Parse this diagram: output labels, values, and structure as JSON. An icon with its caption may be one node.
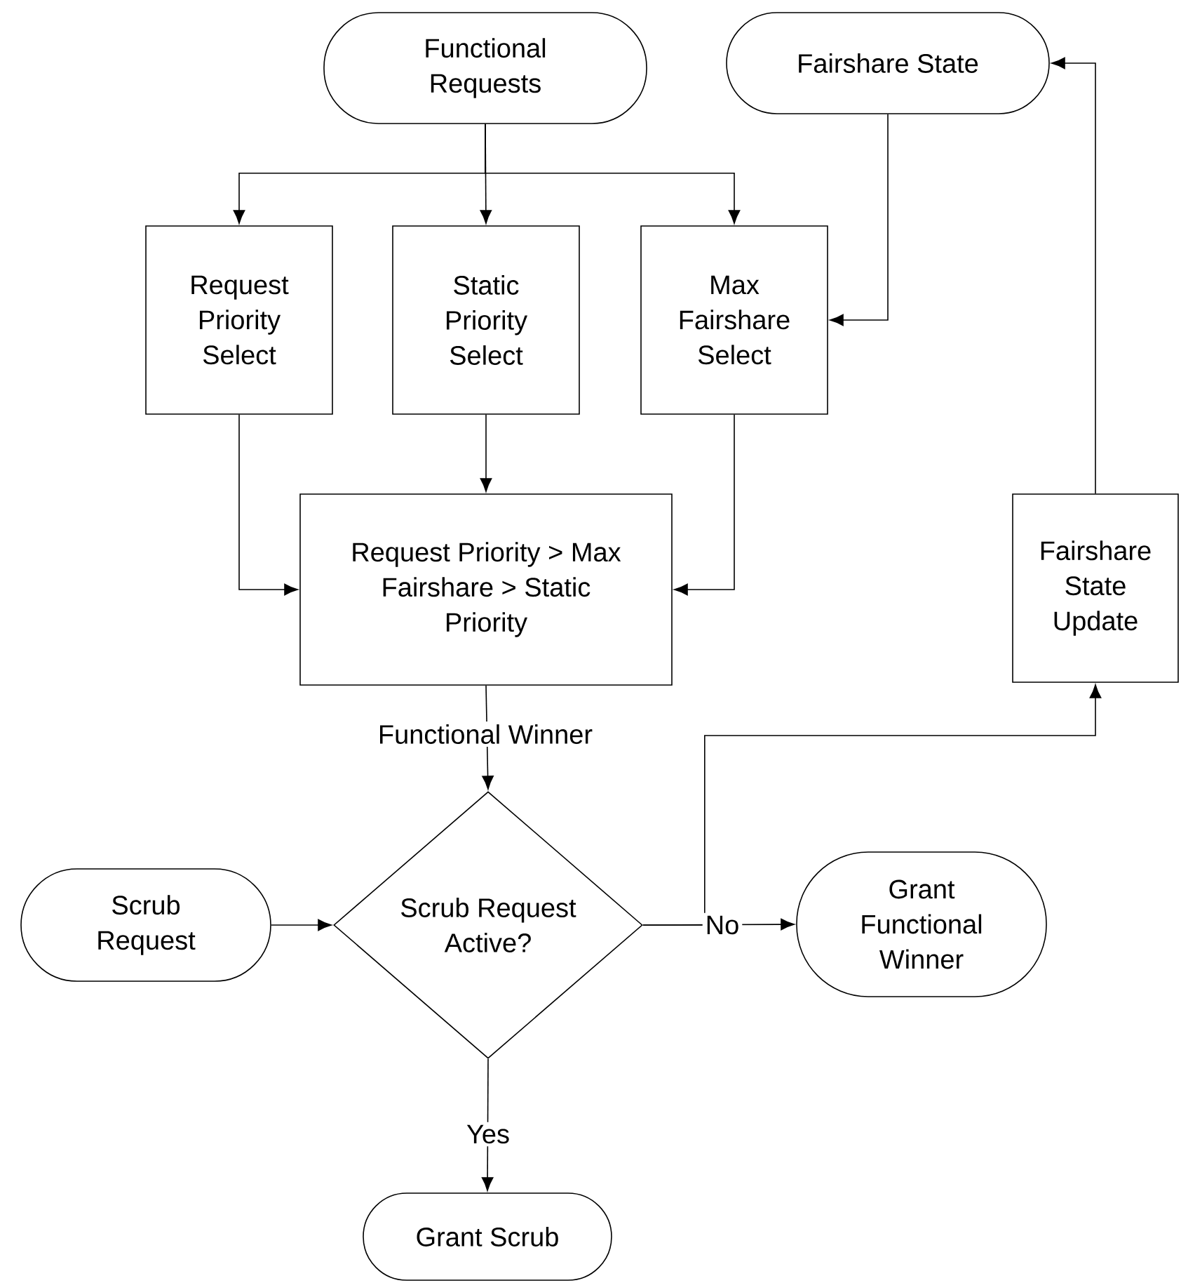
{
  "diagram": {
    "nodes": [
      {
        "text": [
          "Functional Requests"
        ]
      },
      {
        "text": [
          "Fairshare State"
        ]
      },
      {
        "text": [
          "Request Priority Select"
        ]
      },
      {
        "text": [
          "Static Priority Select"
        ]
      },
      {
        "text": [
          "Max Fairshare Select"
        ]
      },
      {
        "text": [
          "Request Priority > Max Fairshare > Static Priority"
        ]
      },
      {
        "text": [
          "Fairshare State Update"
        ]
      },
      {
        "text": [
          "Scrub Request"
        ]
      },
      {
        "text": [
          "Scrub Request Active?"
        ]
      },
      {
        "text": [
          "Grant Functional Winner"
        ]
      },
      {
        "text": [
          "Grant Scrub"
        ]
      }
    ],
    "edges": [
      {
        "from": 0,
        "to": 2,
        "arrow": "to"
      },
      {
        "from": 0,
        "to": 3,
        "arrow": "to"
      },
      {
        "from": 0,
        "to": 4,
        "arrow": "to"
      },
      {
        "from": 1,
        "to": 4,
        "arrow": "to"
      },
      {
        "from": 2,
        "to": 5,
        "arrow": "to"
      },
      {
        "from": 3,
        "to": 5,
        "arrow": "to"
      },
      {
        "from": 4,
        "to": 5,
        "arrow": "to"
      },
      {
        "from": 5,
        "to": 8,
        "arrow": "to",
        "label": "Functional Winner"
      },
      {
        "from": 7,
        "to": 8,
        "arrow": "to"
      },
      {
        "from": 8,
        "to": 9,
        "arrow": "to",
        "label": "No"
      },
      {
        "from": 8,
        "to": 6,
        "arrow": "to"
      },
      {
        "from": 6,
        "to": 1,
        "arrow": "to"
      },
      {
        "from": 8,
        "to": 10,
        "arrow": "to",
        "label": "Yes"
      }
    ]
  }
}
